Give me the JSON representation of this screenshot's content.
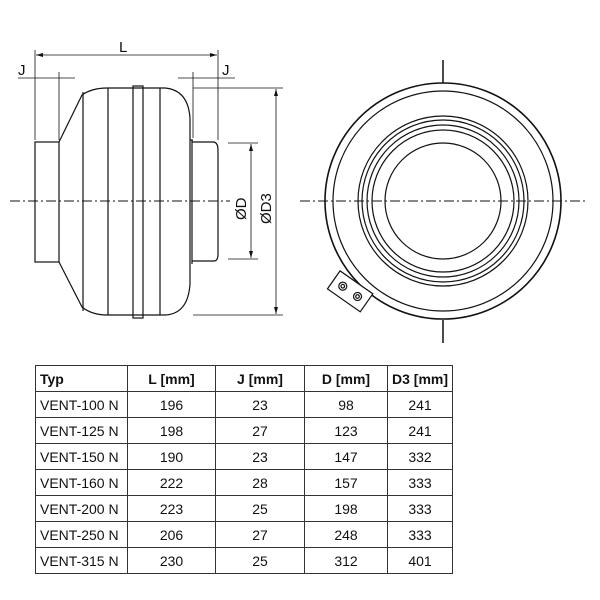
{
  "drawing": {
    "labels": {
      "length": "L",
      "j_left": "J",
      "j_right": "J",
      "diameter_d": "ØD",
      "diameter_d3": "ØD3"
    }
  },
  "table": {
    "headers": [
      "Typ",
      "L [mm]",
      "J [mm]",
      "D [mm]",
      "D3 [mm]"
    ],
    "rows": [
      [
        "VENT-100 N",
        "196",
        "23",
        "98",
        "241"
      ],
      [
        "VENT-125 N",
        "198",
        "27",
        "123",
        "241"
      ],
      [
        "VENT-150 N",
        "190",
        "23",
        "147",
        "332"
      ],
      [
        "VENT-160 N",
        "222",
        "28",
        "157",
        "333"
      ],
      [
        "VENT-200 N",
        "223",
        "25",
        "198",
        "333"
      ],
      [
        "VENT-250 N",
        "206",
        "27",
        "248",
        "333"
      ],
      [
        "VENT-315 N",
        "230",
        "25",
        "312",
        "401"
      ]
    ]
  }
}
